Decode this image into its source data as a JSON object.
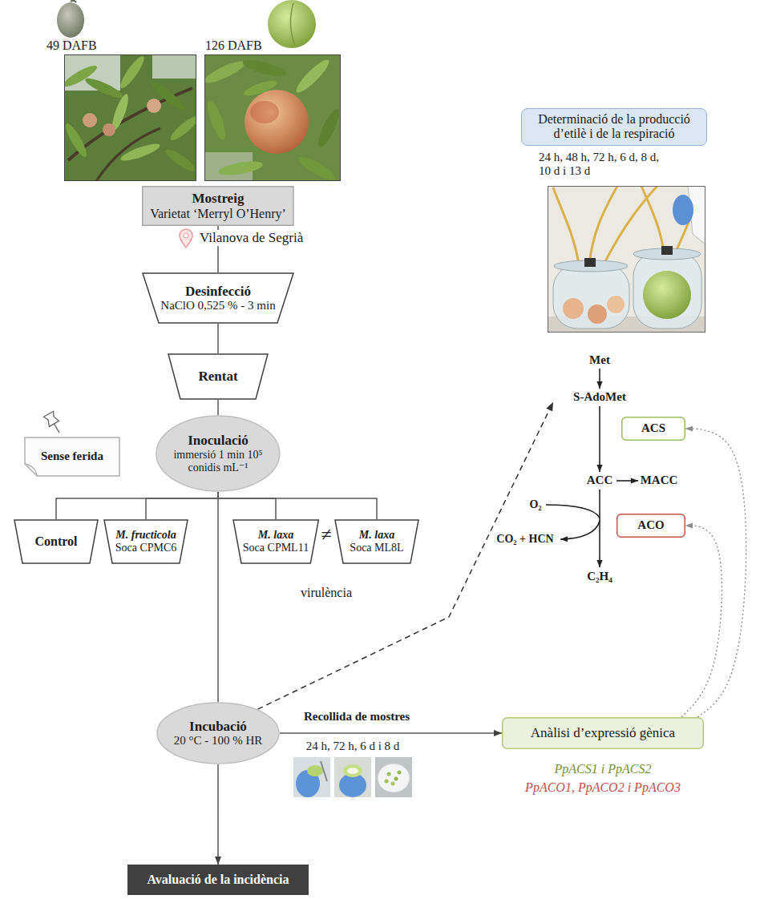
{
  "diagram": {
    "nodes": [
      {
        "text": [
          "Mostreig",
          "Varietat ‘Merryl O’Henry’"
        ]
      },
      {
        "text": [
          "Desinfecció",
          "NaClO 0,525 % - 3 min"
        ]
      },
      {
        "text": [
          "Rentat"
        ]
      },
      {
        "text": [
          "Sense ferida"
        ]
      },
      {
        "text": [
          "Inoculació",
          "immersió 1 min 10⁵ conidis mL⁻¹"
        ]
      },
      {
        "text": [
          "Control"
        ]
      },
      {
        "text": [
          "M. fructicola",
          "Soca CPMC6"
        ]
      },
      {
        "text": [
          "M. laxa",
          "Soca CPML11"
        ]
      },
      {
        "text": [
          "M. laxa",
          "Soca ML8L"
        ]
      },
      {
        "text": [
          "Incubació",
          "20 °C - 100 % HR"
        ]
      },
      {
        "text": [
          "Determinació de la producció d’etilè i de la respiració",
          "24 h, 48 h, 72 h, 6 d, 8 d, 10 d i 13 d"
        ]
      },
      {
        "text": [
          "ACS"
        ]
      },
      {
        "text": [
          "ACO"
        ]
      },
      {
        "text": [
          "Anàlisi d’expressió gènica"
        ]
      },
      {
        "text": [
          "Avaluació de la incidència"
        ]
      }
    ],
    "edges": [
      {
        "from": 0,
        "to": 1,
        "arrow": "none"
      },
      {
        "from": 1,
        "to": 2,
        "arrow": "none"
      },
      {
        "from": 2,
        "to": 4,
        "arrow": "none"
      },
      {
        "from": 4,
        "to": 5,
        "arrow": "none"
      },
      {
        "from": 4,
        "to": 6,
        "arrow": "none"
      },
      {
        "from": 4,
        "to": 7,
        "arrow": "none"
      },
      {
        "from": 4,
        "to": 8,
        "arrow": "none"
      },
      {
        "from": 4,
        "to": 9,
        "arrow": "none"
      },
      {
        "from": 9,
        "to": 14,
        "arrow": "to"
      },
      {
        "from": 9,
        "to": 10,
        "arrow": "to"
      },
      {
        "from": 9,
        "to": 13,
        "label": "Recollida de mostres",
        "arrow": "to"
      },
      {
        "from": 13,
        "to": 11,
        "arrow": "to"
      },
      {
        "from": 13,
        "to": 12,
        "arrow": "to"
      }
    ],
    "labels": [
      "49 DAFB",
      "126 DAFB",
      "Vilanova de Segrià",
      "≠",
      "virulència",
      "Met",
      "S-AdoMet",
      "ACC",
      "MACC",
      "O₂",
      "CO₂ + HCN",
      "C₂H₄",
      "24 h, 72 h, 6 d i 8 d",
      "PpACS1 i PpACS2",
      "PpACO1, PpACO2 i PpACO3"
    ]
  }
}
